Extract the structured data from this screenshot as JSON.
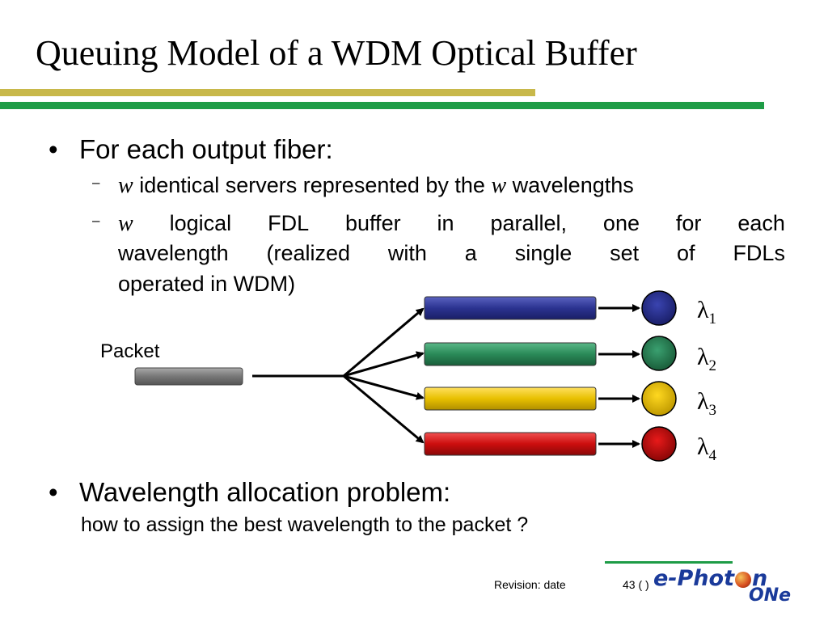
{
  "slide": {
    "title": "Queuing Model of a WDM Optical Buffer",
    "accent_yellow": "#c8b84a",
    "accent_green": "#1e9c46"
  },
  "bullets": [
    {
      "symbol": "•",
      "text": "For each output fiber:",
      "subs": [
        {
          "dash": "–",
          "var": "w",
          "text": "identical servers represented by the",
          "var2": "w",
          "text2": "wavelengths"
        },
        {
          "dash": "–",
          "var": "w",
          "line1_words": [
            "logical",
            "FDL",
            "buffer",
            "in",
            "parallel,",
            "one",
            "for",
            "each"
          ],
          "line2_words": [
            "wavelength",
            "(realized",
            "with",
            "a",
            "single",
            "set",
            "of",
            "FDLs"
          ],
          "line3": "operated in WDM)"
        }
      ]
    },
    {
      "symbol": "•",
      "text": "Wavelength allocation problem:",
      "sub": "how to assign the best wavelength to the packet ?"
    }
  ],
  "diagram": {
    "packet_label": "Packet",
    "packet_color": "#777777",
    "channels": [
      {
        "lambda": "λ",
        "index": "1",
        "color": "#2b3390"
      },
      {
        "lambda": "λ",
        "index": "2",
        "color": "#2a8a58"
      },
      {
        "lambda": "λ",
        "index": "3",
        "color": "#e8c000"
      },
      {
        "lambda": "λ",
        "index": "4",
        "color": "#cc0e0e"
      }
    ]
  },
  "footer": {
    "revision": "Revision: date",
    "page": "43 (   )",
    "logo_line1_a": "e-Phot",
    "logo_line1_b": "n",
    "logo_line2": "ONe",
    "logo_color": "#1a3a9a"
  }
}
